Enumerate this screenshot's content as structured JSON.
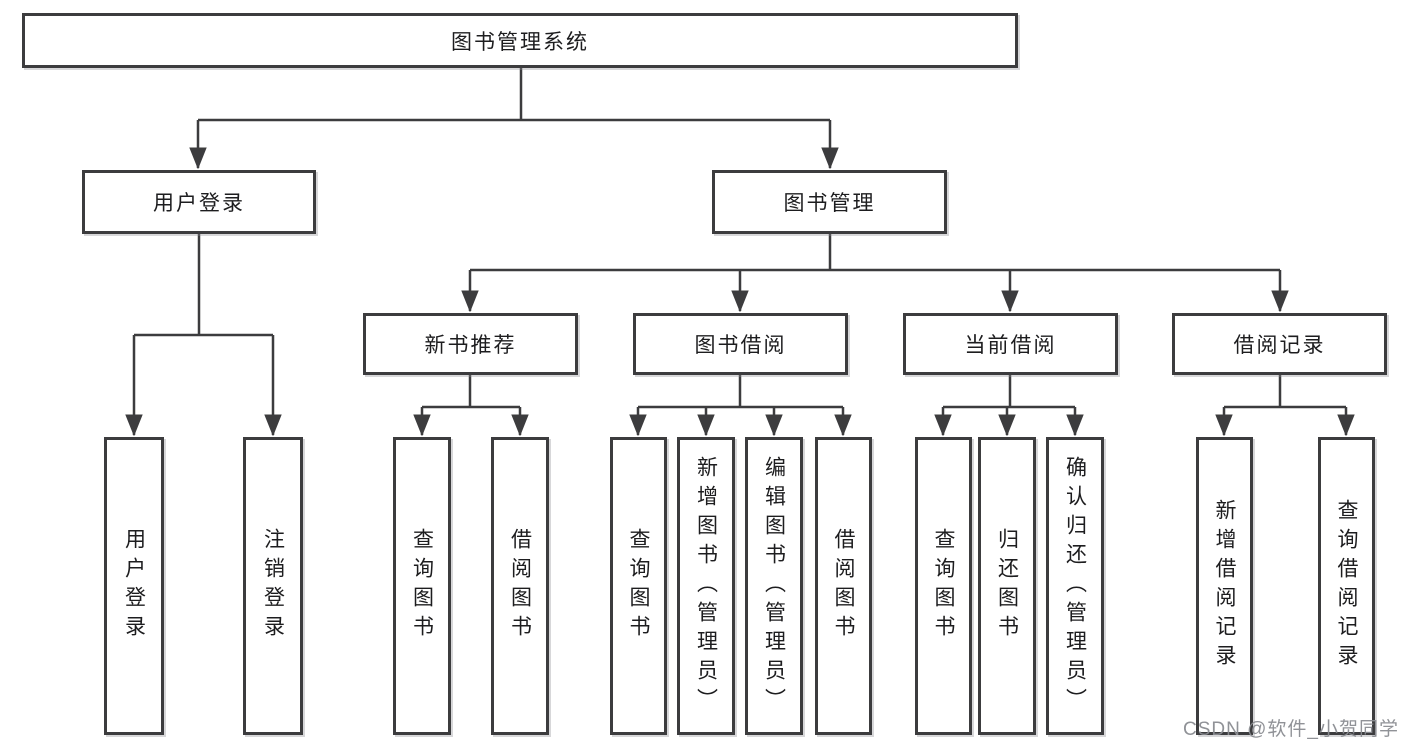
{
  "meta": {
    "diagram_type": "tree",
    "line_color": "#3c3c3e",
    "box_border_color": "#3c3c3e",
    "box_fill": "#ffffff",
    "text_color": "#1d1d1f",
    "watermark_color": "#8a8c91"
  },
  "tree": {
    "label": "图书管理系统",
    "children": [
      {
        "label": "用户登录",
        "children": [
          {
            "label": "用户登录"
          },
          {
            "label": "注销登录"
          }
        ]
      },
      {
        "label": "图书管理",
        "children": [
          {
            "label": "新书推荐",
            "children": [
              {
                "label": "查询图书"
              },
              {
                "label": "借阅图书"
              }
            ]
          },
          {
            "label": "图书借阅",
            "children": [
              {
                "label": "查询图书"
              },
              {
                "label": "新增图书（管理员）"
              },
              {
                "label": "编辑图书（管理员）"
              },
              {
                "label": "借阅图书"
              }
            ]
          },
          {
            "label": "当前借阅",
            "children": [
              {
                "label": "查询图书"
              },
              {
                "label": "归还图书"
              },
              {
                "label": "确认归还（管理员）"
              }
            ]
          },
          {
            "label": "借阅记录",
            "children": [
              {
                "label": "新增借阅记录"
              },
              {
                "label": "查询借阅记录"
              }
            ]
          }
        ]
      }
    ]
  },
  "watermark": {
    "text": "CSDN @软件_小贺同学"
  }
}
